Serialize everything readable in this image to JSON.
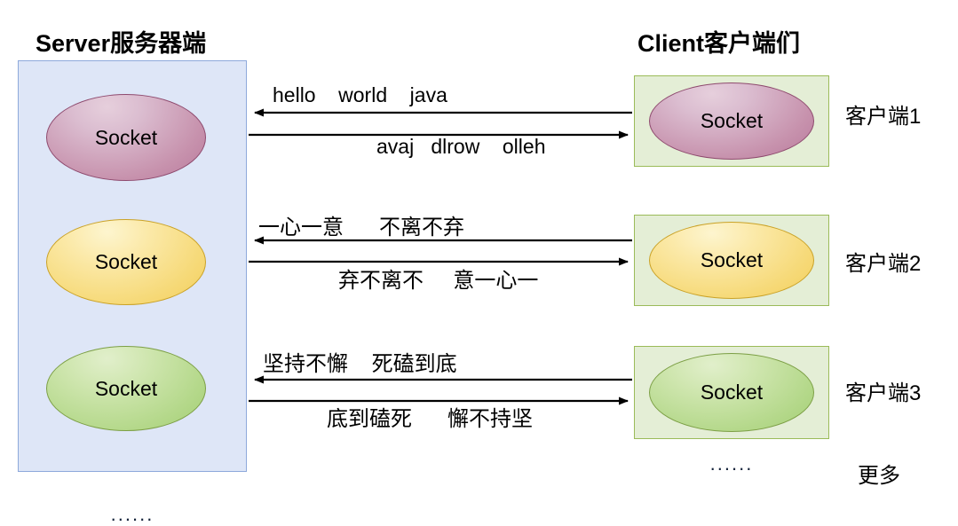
{
  "diagram": {
    "server": {
      "title": "Server服务器端",
      "overflow_indicator": "......",
      "sockets": [
        {
          "label": "Socket",
          "color": "#c792ad"
        },
        {
          "label": "Socket",
          "color": "#f6d977"
        },
        {
          "label": "Socket",
          "color": "#b4d88a"
        }
      ]
    },
    "clients": {
      "title": "Client客户端们",
      "overflow_indicator": "......",
      "more_label": "更多",
      "items": [
        {
          "name": "客户端1",
          "socket_label": "Socket",
          "color": "#c792ad"
        },
        {
          "name": "客户端2",
          "socket_label": "Socket",
          "color": "#f6d977"
        },
        {
          "name": "客户端3",
          "socket_label": "Socket",
          "color": "#b4d88a"
        }
      ]
    },
    "flows": [
      {
        "request_text": "hello    world    java",
        "response_text": "avaj   dlrow    olleh",
        "request_direction": "client-to-server",
        "response_direction": "server-to-client"
      },
      {
        "request_text": "一心一意      不离不弃",
        "response_text": "弃不离不     意一心一",
        "request_direction": "client-to-server",
        "response_direction": "server-to-client"
      },
      {
        "request_text": "坚持不懈    死磕到底",
        "response_text": "底到磕死      懈不持坚",
        "request_direction": "client-to-server",
        "response_direction": "server-to-client"
      }
    ],
    "colors": {
      "server_box_fill": "#dee6f7",
      "server_box_border": "#8ea9db",
      "client_box_fill": "#e4eed6",
      "client_box_border": "#9bbb59",
      "arrow": "#000000",
      "background": "#ffffff"
    }
  }
}
